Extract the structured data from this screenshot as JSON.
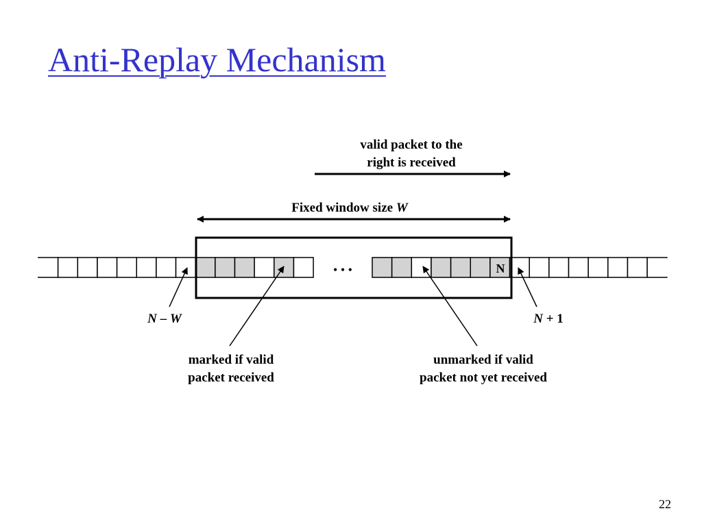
{
  "title": "Anti-Replay Mechanism",
  "labels": {
    "valid_right_1": "valid packet to the",
    "valid_right_2": "right is received",
    "fixed_window": "Fixed window size ",
    "fixed_window_var": "W",
    "n_minus_w_n": "N",
    "n_minus_w_op": " – ",
    "n_minus_w_w": "W",
    "n_plus_1_n": "N",
    "n_plus_1_rest": " + 1",
    "marked_1": "marked if valid",
    "marked_2": "packet received",
    "unmarked_1": "unmarked if valid",
    "unmarked_2": "packet not yet received",
    "ellipsis": "• • •",
    "n_cell": "N"
  },
  "cells": {
    "left": [
      0,
      0,
      0,
      0,
      0,
      0,
      0,
      0,
      1,
      1,
      1,
      0,
      1,
      0
    ],
    "right": [
      1,
      1,
      0,
      1,
      1,
      1,
      1,
      0,
      0,
      0,
      0,
      0,
      0,
      0,
      0
    ]
  },
  "colors": {
    "title": "#3333cc",
    "marked": "#d3d3d3"
  },
  "page_number": "22"
}
